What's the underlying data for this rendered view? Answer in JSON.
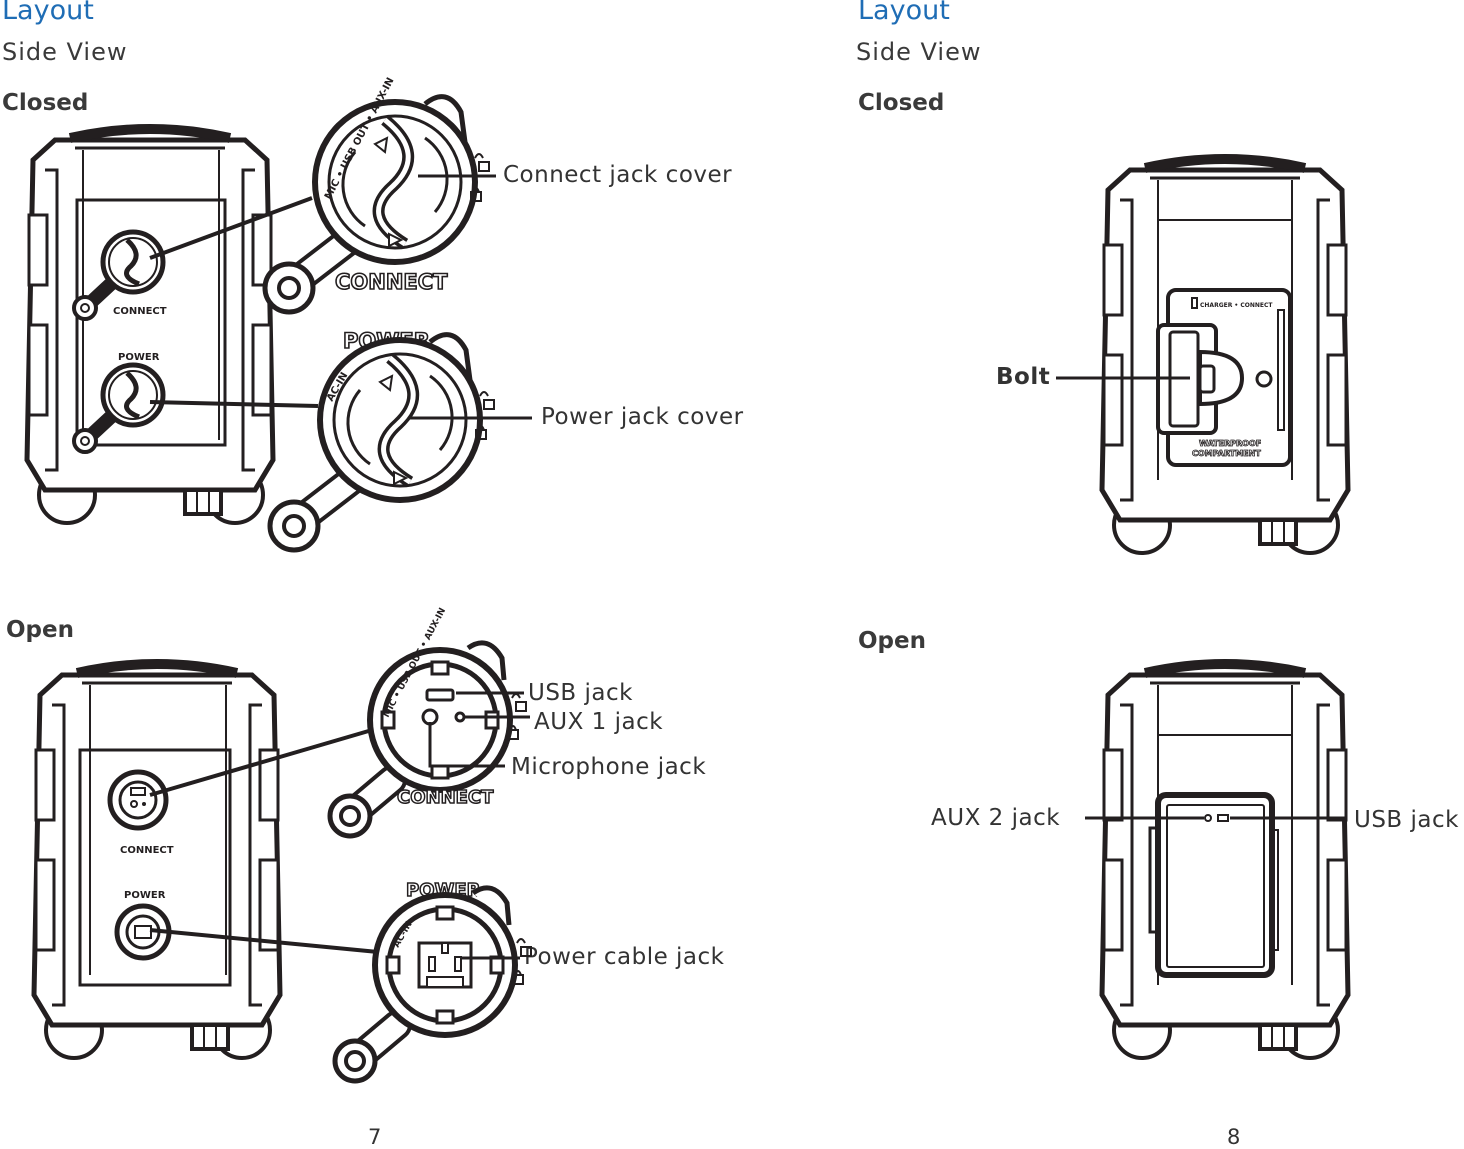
{
  "left_page": {
    "title": "Layout",
    "subtitle": "Side View",
    "closed_label": "Closed",
    "open_label": "Open",
    "callouts": {
      "connect_jack_cover": "Connect jack cover",
      "power_jack_cover": "Power jack cover",
      "usb_jack": "USB jack",
      "aux1_jack": "AUX 1 jack",
      "microphone_jack": "Microphone jack",
      "power_cable_jack": "Power cable jack"
    },
    "panel_labels": {
      "connect": "CONNECT",
      "power": "POWER",
      "connect_ring": "MIC • USB OUT • AUX-IN",
      "power_ring": "AC-IN"
    },
    "page_number": "7"
  },
  "right_page": {
    "title": "Layout",
    "subtitle": "Side View",
    "closed_label": "Closed",
    "open_label": "Open",
    "callouts": {
      "bolt": "Bolt",
      "aux2_jack": "AUX 2 jack",
      "usb_jack": "USB jack"
    },
    "panel_labels": {
      "charger_connect": "CHARGER • CONNECT",
      "waterproof_line1": "WATERPROOF",
      "waterproof_line2": "COMPARTMENT"
    },
    "page_number": "8"
  },
  "colors": {
    "heading_blue": "#1f6db5",
    "line_art": "#231f20"
  }
}
